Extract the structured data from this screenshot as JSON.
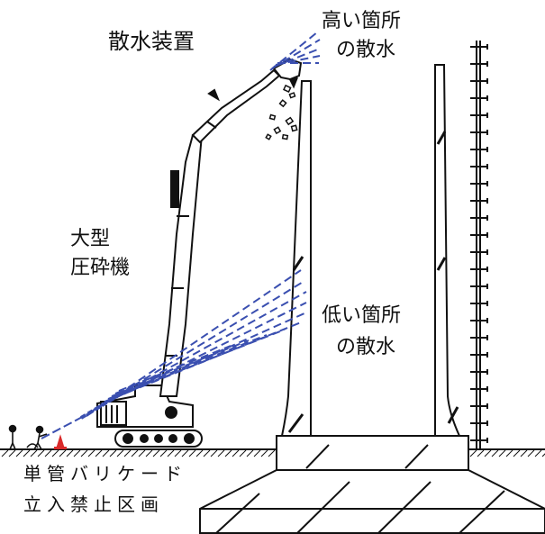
{
  "labels": {
    "sprinkler_device": "散水装置",
    "high_spray_line1": "高い箇所",
    "high_spray_line2": "の散水",
    "low_spray_line1": "低い箇所",
    "low_spray_line2": "の散水",
    "crusher_line1": "大型",
    "crusher_line2": "圧砕機",
    "barricade_line1": "単管バリケード",
    "barricade_line2": "立入禁止区画"
  },
  "colors": {
    "line": "#111111",
    "spray": "#3a4fb0",
    "cone": "#d92a2a",
    "background": "#ffffff"
  }
}
